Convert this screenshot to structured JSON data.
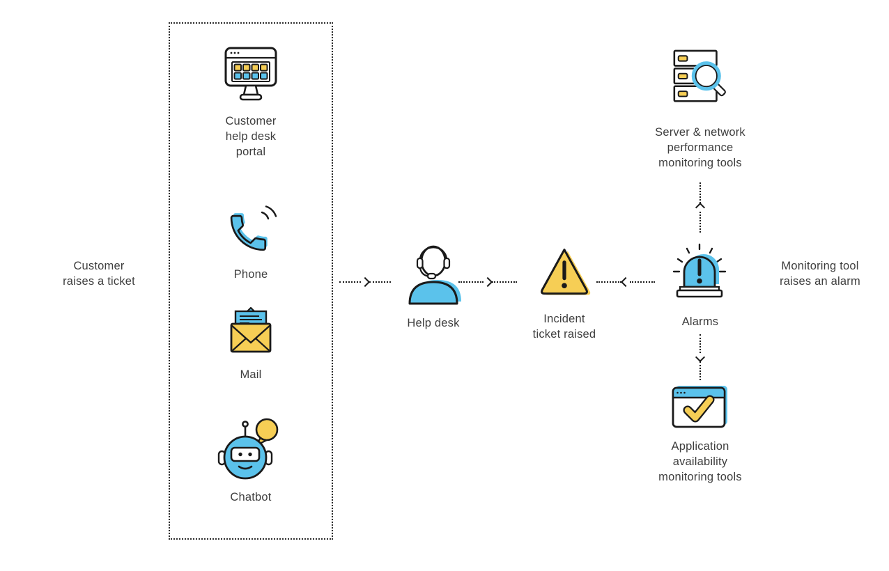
{
  "colors": {
    "blue": "#5BC2EB",
    "yellow": "#F6CE55",
    "outline": "#1A1A1A",
    "text": "#3E3E3E",
    "background": "#FFFFFF"
  },
  "customer_side": {
    "annotation": "Customer\nraises a ticket",
    "channels": [
      {
        "label": "Customer\nhelp desk\nportal",
        "icon": "help-desk-portal-icon"
      },
      {
        "label": "Phone",
        "icon": "phone-icon"
      },
      {
        "label": "Mail",
        "icon": "mail-icon"
      },
      {
        "label": "Chatbot",
        "icon": "chatbot-icon"
      }
    ]
  },
  "flow": {
    "help_desk": {
      "label": "Help desk",
      "icon": "help-desk-agent-icon"
    },
    "incident": {
      "label": "Incident\nticket raised",
      "icon": "warning-triangle-icon"
    },
    "alarms": {
      "label": "Alarms",
      "icon": "alarm-siren-icon"
    }
  },
  "monitoring_side": {
    "annotation": "Monitoring tool\nraises an alarm",
    "tools": [
      {
        "label": "Server & network\nperformance\nmonitoring tools",
        "icon": "server-monitoring-icon"
      },
      {
        "label": "Application\navailability\nmonitoring tools",
        "icon": "application-monitoring-icon"
      }
    ]
  },
  "arrows": [
    {
      "from": "customer-channels",
      "to": "help-desk",
      "direction": "right",
      "style": "dotted"
    },
    {
      "from": "help-desk",
      "to": "incident-ticket",
      "direction": "right",
      "style": "dotted"
    },
    {
      "from": "alarms",
      "to": "incident-ticket",
      "direction": "left",
      "style": "dotted"
    },
    {
      "from": "alarms",
      "to": "server-monitoring",
      "direction": "up",
      "style": "dotted"
    },
    {
      "from": "alarms",
      "to": "application-monitoring",
      "direction": "down",
      "style": "dotted"
    }
  ]
}
